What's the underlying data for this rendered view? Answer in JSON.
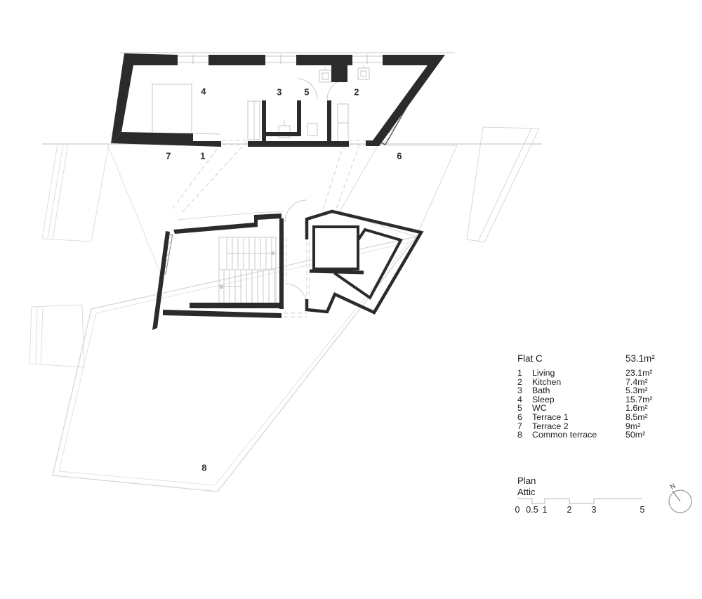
{
  "legend": {
    "flat_name": "Flat C",
    "flat_area": "53.1m²",
    "rooms": [
      {
        "num": "1",
        "label": "Living",
        "area": "23.1m²"
      },
      {
        "num": "2",
        "label": "Kitchen",
        "area": "7.4m²"
      },
      {
        "num": "3",
        "label": "Bath",
        "area": "5.3m²"
      },
      {
        "num": "4",
        "label": "Sleep",
        "area": "15.7m²"
      },
      {
        "num": "5",
        "label": "WC",
        "area": "1.6m²"
      },
      {
        "num": "6",
        "label": "Terrace 1",
        "area": "8.5m²"
      },
      {
        "num": "7",
        "label": "Terrace 2",
        "area": "9m²"
      },
      {
        "num": "8",
        "label": "Common terrace",
        "area": "50m²"
      }
    ]
  },
  "plan_info": {
    "line1": "Plan",
    "line2": "Attic"
  },
  "scale_bar": {
    "ticks": [
      "0",
      "0.5",
      "1",
      "2",
      "3",
      "5"
    ]
  },
  "north": {
    "label": "N"
  },
  "plan_labels": {
    "sleep": "4",
    "bath": "3",
    "wc": "5",
    "kitchen": "2",
    "terrace2": "7",
    "living": "1",
    "terrace1": "6",
    "common_terrace": "8"
  },
  "colors": {
    "wall": "#2b2b2b",
    "faint_outline": "#dedede",
    "furniture": "#c6c6c6",
    "dashed": "#cfcfcf",
    "text": "#222222"
  }
}
